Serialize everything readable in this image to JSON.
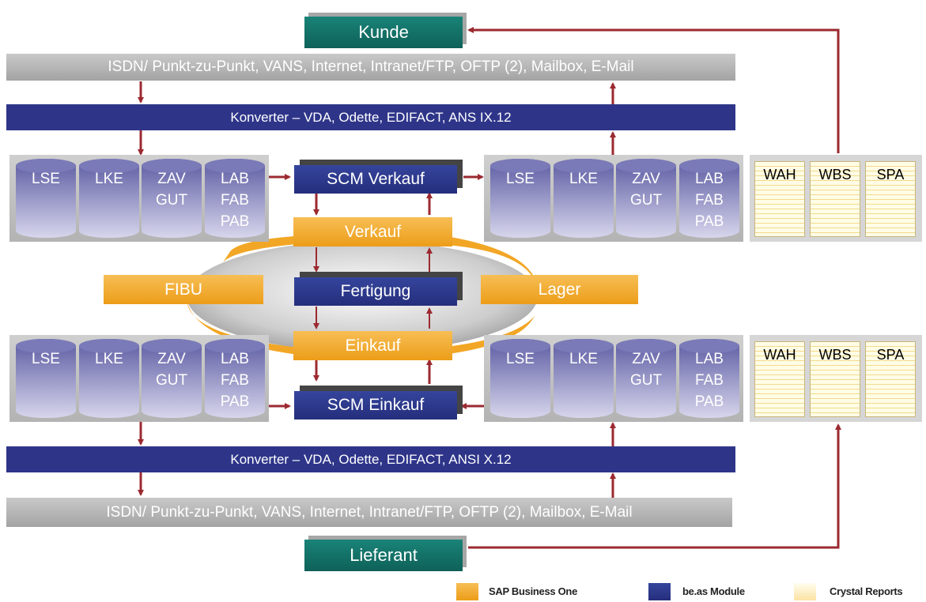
{
  "customer": "Kunde",
  "supplier": "Lieferant",
  "channels_top": "ISDN/ Punkt-zu-Punkt, VANS, Internet, Intranet/FTP, OFTP (2), Mailbox, E-Mail",
  "channels_bottom": "ISDN/ Punkt-zu-Punkt, VANS, Internet, Intranet/FTP, OFTP (2), Mailbox, E-Mail",
  "converter_top": "Konverter – VDA, Odette, EDIFACT, ANS IX.12",
  "converter_bottom": "Konverter – VDA, Odette, EDIFACT, ANSI X.12",
  "databases": [
    "LSE",
    "LKE",
    "ZAV\nGUT",
    "LAB\nFAB\nPAB"
  ],
  "scm_sales": "SCM Verkauf",
  "scm_purchase": "SCM Einkauf",
  "sales": "Verkauf",
  "production": "Fertigung",
  "purchase": "Einkauf",
  "finance": "FIBU",
  "warehouse": "Lager",
  "reports": [
    "WAH",
    "WBS",
    "SPA"
  ],
  "legend": [
    {
      "label": "SAP Business One",
      "color": "#f0a830"
    },
    {
      "label": "be.as Module",
      "color": "#2e3589"
    },
    {
      "label": "Crystal Reports",
      "color": "#fde9b0"
    }
  ],
  "colors": {
    "arrow": "#9b2a30",
    "ring": "#f2a625"
  }
}
